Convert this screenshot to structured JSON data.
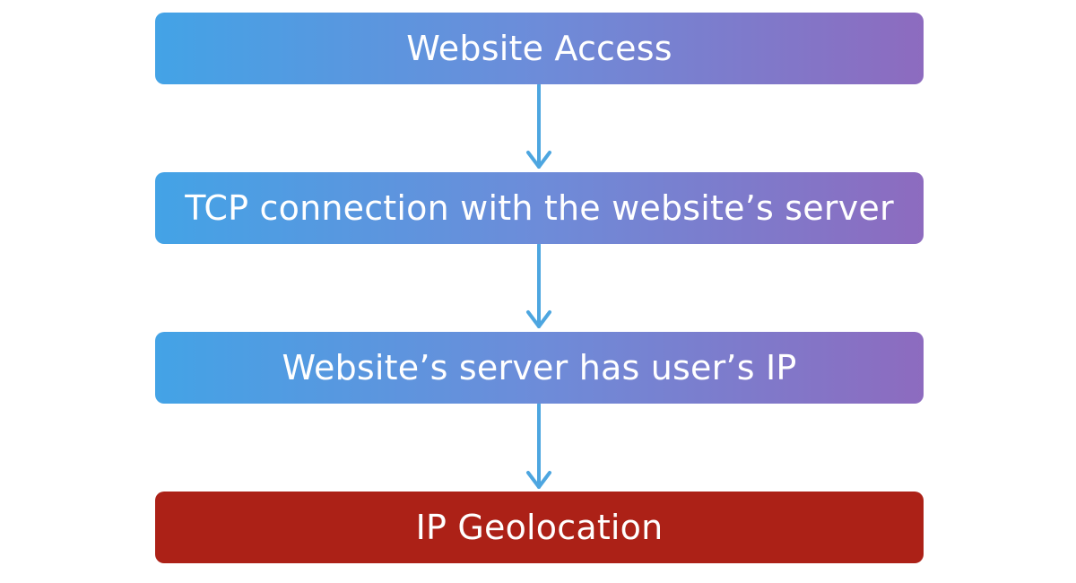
{
  "diagram": {
    "steps": [
      {
        "label": "Website Access",
        "style": "gradient"
      },
      {
        "label": "TCP connection with the website’s server",
        "style": "gradient"
      },
      {
        "label": "Website’s server has user’s IP",
        "style": "gradient"
      },
      {
        "label": "IP Geolocation",
        "style": "final"
      }
    ],
    "colors": {
      "gradient_start": "#43a3e6",
      "gradient_end": "#8d6bbf",
      "final_step": "#ac2117",
      "arrow": "#4da6e0",
      "text": "#ffffff"
    }
  }
}
